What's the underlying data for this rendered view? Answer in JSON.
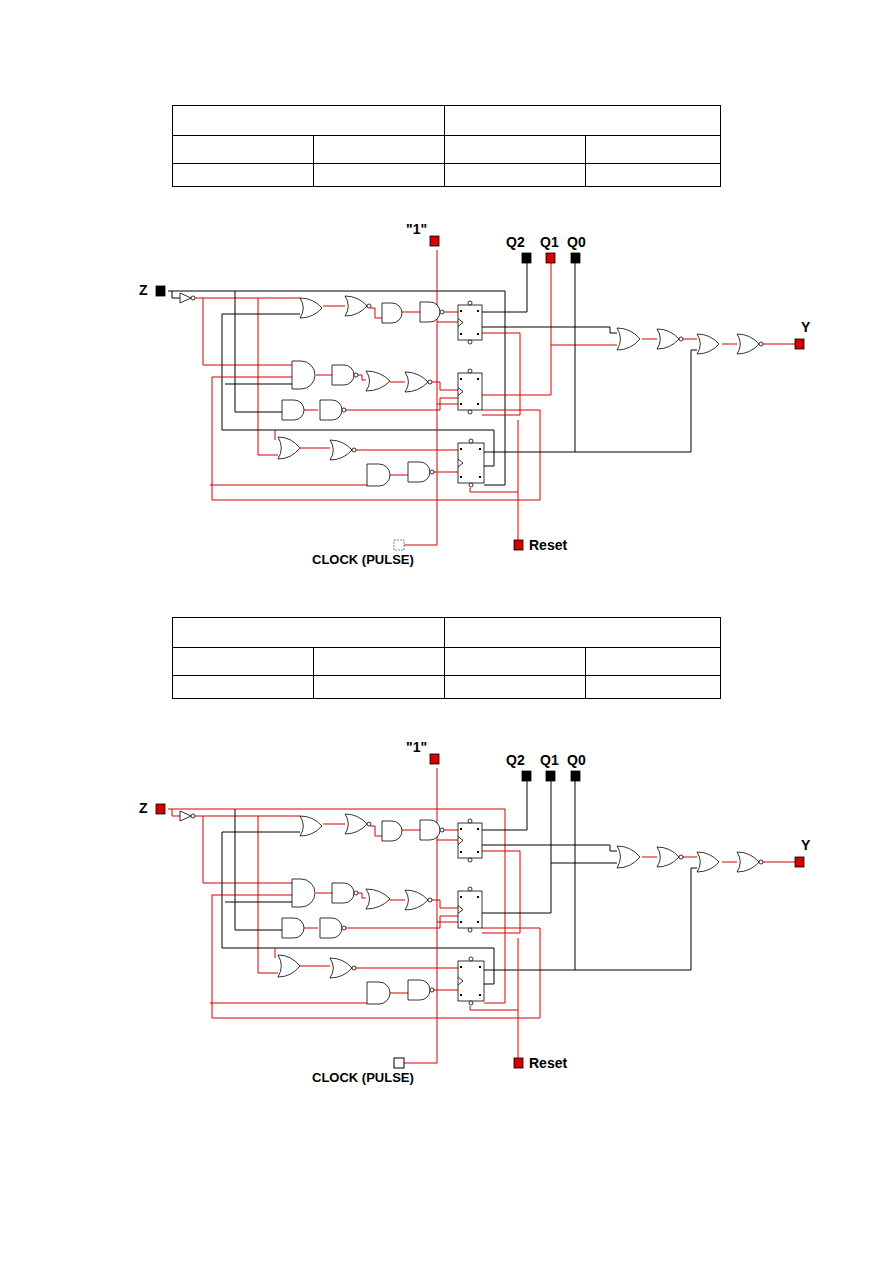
{
  "diagram": {
    "labels": [
      "\"1\"",
      "Q2",
      "Q1",
      "Q0",
      "Z",
      "Y",
      "CLOCK (PULSE)",
      "Reset",
      "\"1\"",
      "Q2",
      "Q1",
      "Q0",
      "Z",
      "Y",
      "CLOCK (PULSE)",
      "Reset"
    ]
  }
}
